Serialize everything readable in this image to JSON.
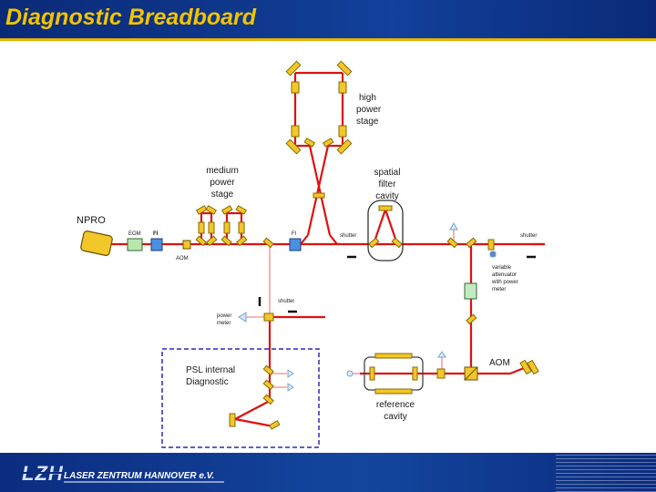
{
  "title": "Diagnostic Breadboard",
  "labels": {
    "npro": "NPRO",
    "eom": "EOM",
    "fi_1": "FI",
    "aom_1": "AOM",
    "medium_power_stage": [
      "medium",
      "power",
      "stage"
    ],
    "fi_2": "FI",
    "high_power_stage": [
      "high",
      "power",
      "stage"
    ],
    "spatial_filter_cavity": [
      "spatial",
      "filter",
      "cavity"
    ],
    "shutter_1": "shutter",
    "shutter_2": "shutter",
    "variable_attenuator": [
      "variable",
      "attenuator",
      "with power",
      "meter"
    ],
    "shutter_3": "shutter",
    "power_meter": [
      "power",
      "meter"
    ],
    "psl_internal_diagnostic": [
      "PSL internal",
      "Diagnostic"
    ],
    "reference_cavity": [
      "reference",
      "cavity"
    ],
    "aom_2": "AOM"
  },
  "footer": {
    "logo_text": "LASER ZENTRUM HANNOVER e.V.",
    "logo_mark": "LZH"
  },
  "colors": {
    "beam": "#dd1111",
    "weak_beam": "#f0a0a0",
    "mirror": "#f2c72a",
    "mirror_edge": "#8a6a00",
    "title_text": "#f2c400",
    "dashed_box": "#2a2ab0"
  }
}
